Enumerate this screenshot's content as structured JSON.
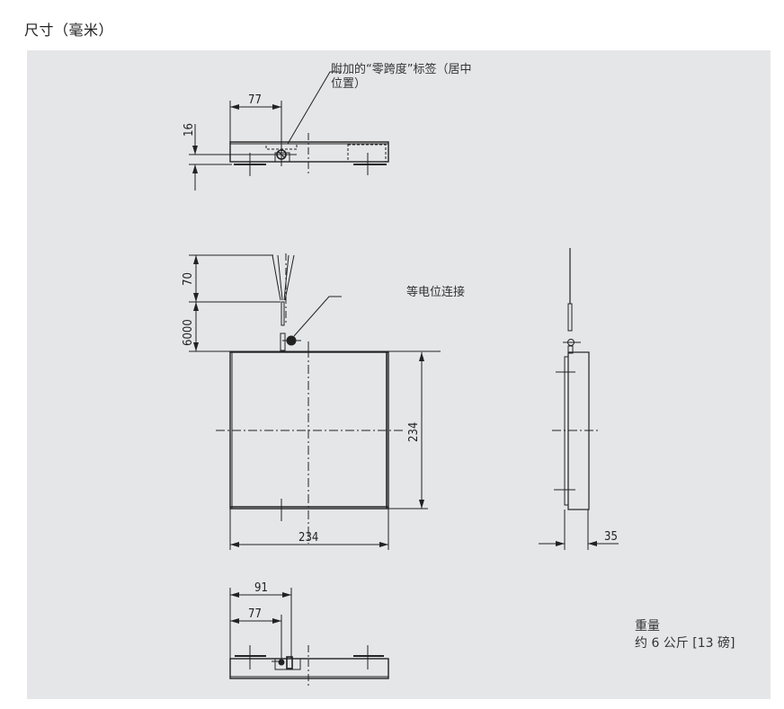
{
  "header": {
    "title": "尺寸（毫米）"
  },
  "callouts": {
    "zero_span_label_line1": "附加的“零跨度”标签（居中",
    "zero_span_label_line2": "位置）",
    "equipotential": "等电位连接"
  },
  "dimensions": {
    "top_view_offset": "77",
    "top_view_height": "16",
    "cable_fan": "70",
    "cable_length": "6000",
    "front_width": "234",
    "front_height": "234",
    "side_depth": "35",
    "bottom_view_offset_outer": "91",
    "bottom_view_offset_inner": "77"
  },
  "weight": {
    "label": "重量",
    "value": "约 6 公斤 [13 磅]"
  },
  "colors": {
    "panel_bg": "#e5e6e8",
    "line": "#222222"
  }
}
